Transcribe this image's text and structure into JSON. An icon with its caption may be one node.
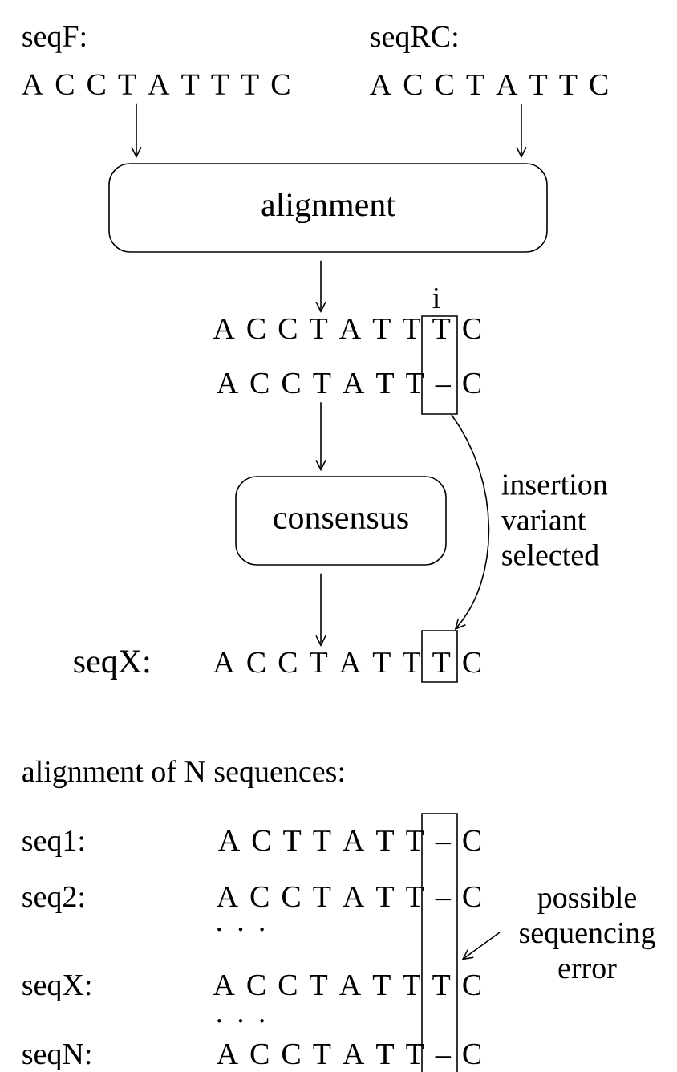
{
  "diagram": {
    "nodes": [
      {
        "text": [
          "seqF:",
          "A C C T A T T T C"
        ]
      },
      {
        "text": [
          "seqRC:",
          "A C C T A T T C"
        ]
      },
      {
        "text": [
          "alignment"
        ]
      },
      {
        "text": [
          "A C C T A T T T C",
          "A C C T A T T – C"
        ]
      },
      {
        "text": [],
        "shape": "box",
        "beside": [
          "i"
        ]
      },
      {
        "text": [
          "consensus"
        ]
      },
      {
        "text": [
          "A C C T A T T T C"
        ],
        "beside": [
          "seqX:"
        ]
      },
      {
        "text": [],
        "shape": "box"
      },
      {
        "text": [
          "possible sequencing error"
        ]
      },
      {
        "text": [],
        "shape": "box"
      }
    ],
    "edges": [
      {
        "from": 0,
        "to": 2,
        "arrow": "to"
      },
      {
        "from": 1,
        "to": 2,
        "arrow": "to"
      },
      {
        "from": 2,
        "to": 3,
        "arrow": "to"
      },
      {
        "from": 3,
        "to": 5,
        "arrow": "to"
      },
      {
        "from": 5,
        "to": 6,
        "arrow": "to"
      },
      {
        "from": 4,
        "to": 7,
        "arrow": "to",
        "label": "insertion variant selected"
      },
      {
        "from": 8,
        "to": 9,
        "arrow": "to"
      }
    ],
    "labels": [
      "alignment of N sequences:",
      "seq1:",
      "A C T T A T T – C",
      "seq2:",
      "A C C T A T T – C",
      ". . .",
      "seqX:",
      "A C C T A T T T C",
      ". . .",
      "seqN:",
      "A C C T A T T – C"
    ]
  }
}
